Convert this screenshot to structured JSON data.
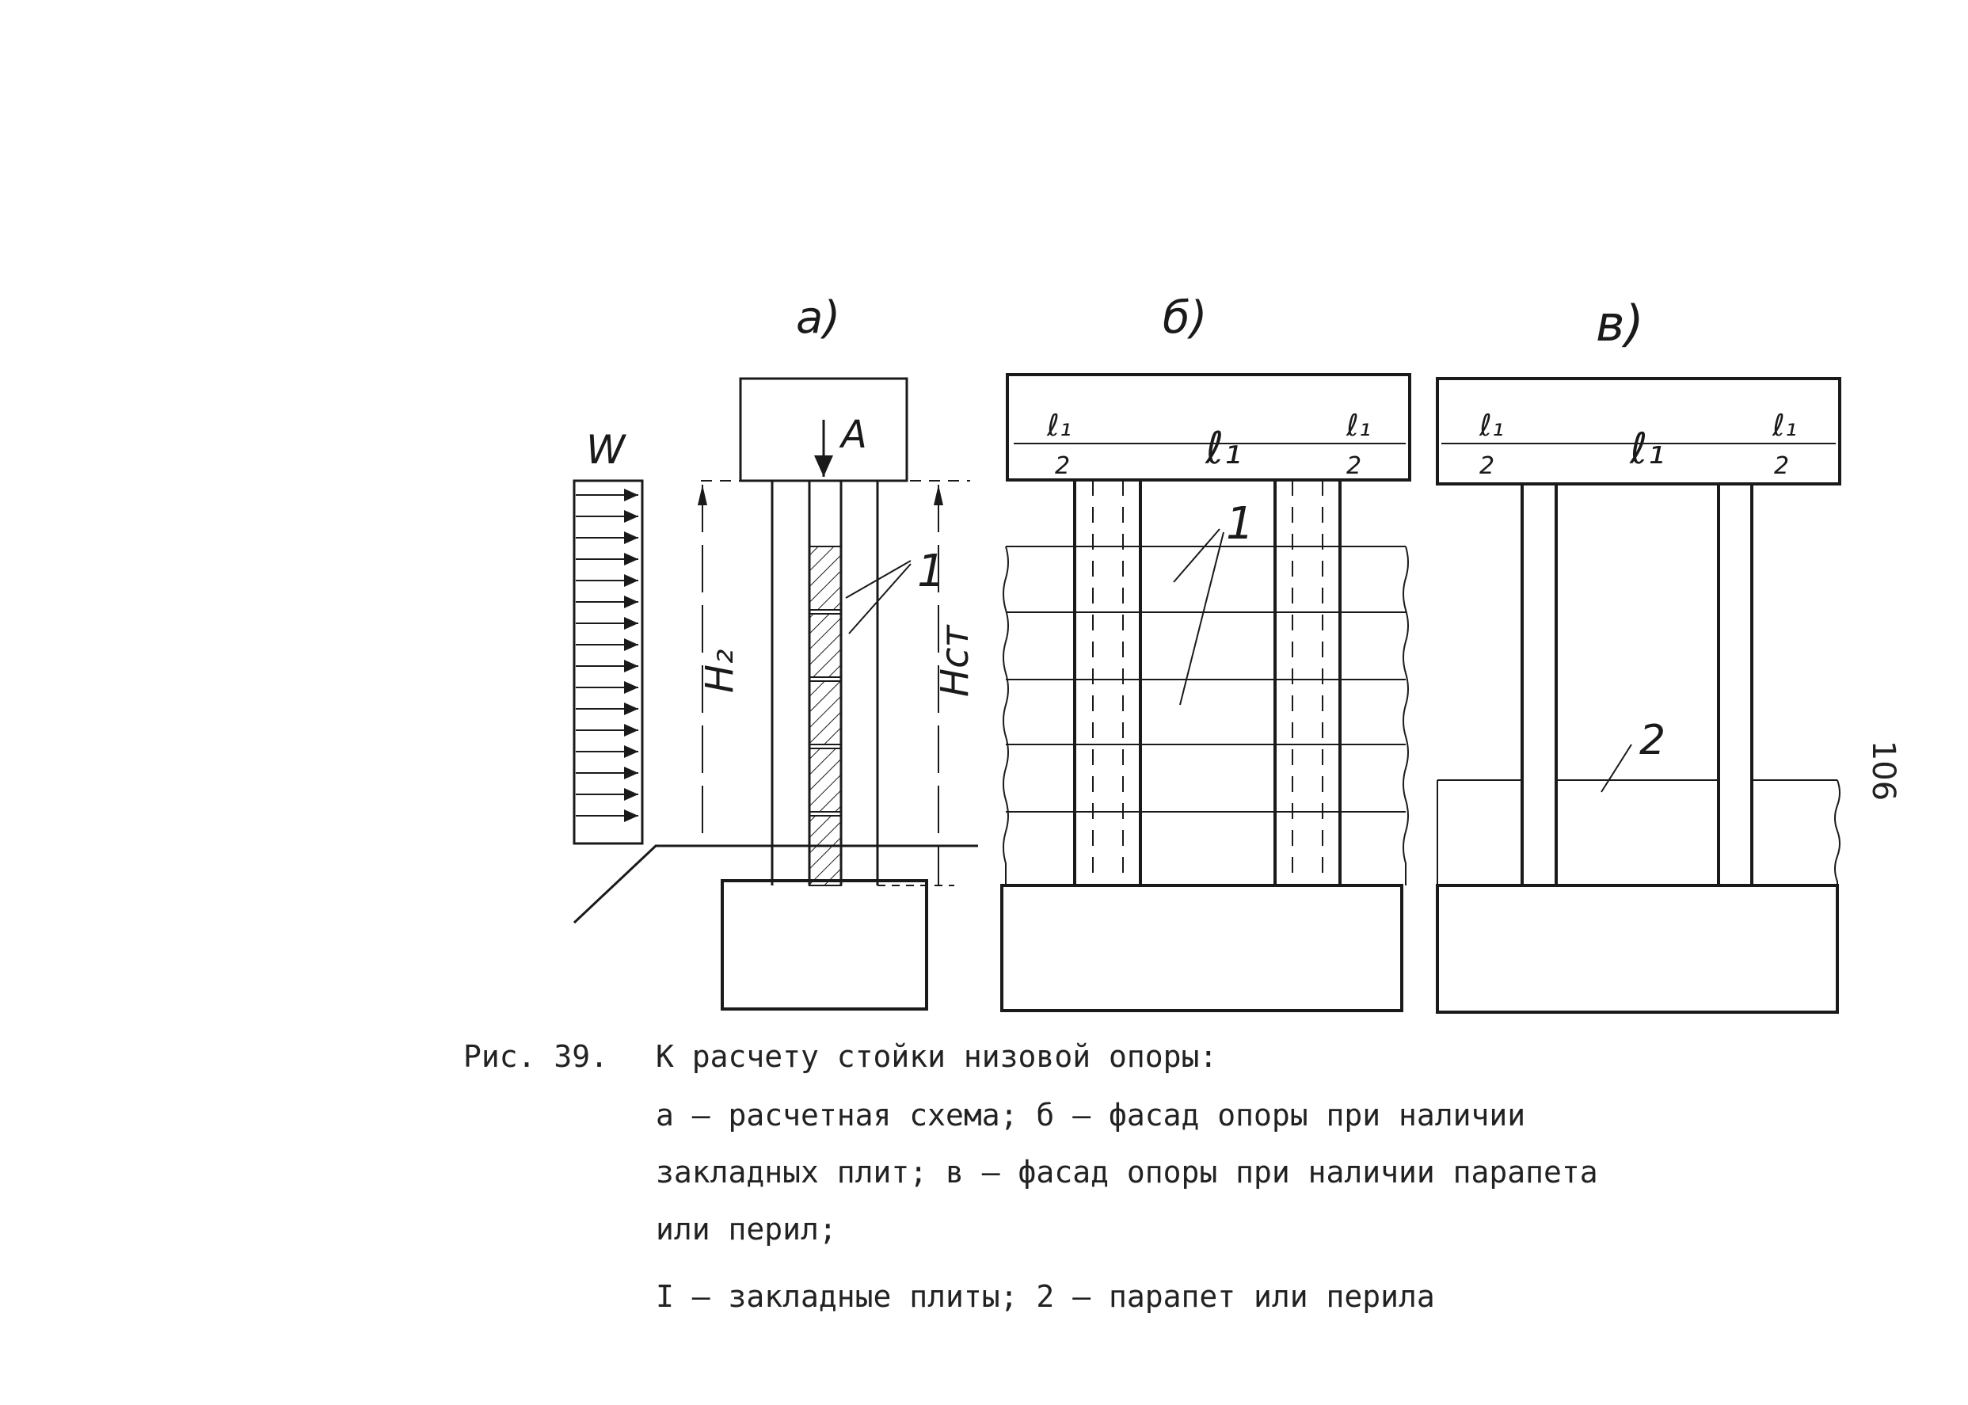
{
  "panels": [
    {
      "label": "а)"
    },
    {
      "label": "б)"
    },
    {
      "label": "в)"
    }
  ],
  "panel_a": {
    "load_label": "W",
    "force_label": "A",
    "height_left_label": "H₂",
    "height_right_label": "Hст",
    "callout_label": "1"
  },
  "panel_b": {
    "span_half_left": {
      "num": "ℓ₁",
      "den": "2"
    },
    "span_label": "ℓ₁",
    "span_half_right": {
      "num": "ℓ₁",
      "den": "2"
    },
    "callout_label": "1"
  },
  "panel_c": {
    "span_half_left": {
      "num": "ℓ₁",
      "den": "2"
    },
    "span_label": "ℓ₁",
    "span_half_right": {
      "num": "ℓ₁",
      "den": "2"
    },
    "callout_label": "2"
  },
  "caption": {
    "fig_label": "Рис. 39.",
    "title": "К расчету стойки низовой опоры:",
    "line1": "а – расчетная схема; б – фасад опоры при наличии",
    "line2": "закладных плит; в – фасад опоры при наличии парапета",
    "line3": "или перил;",
    "legend": "I – закладные плиты; 2 — парапет или перила"
  },
  "page_number": "106"
}
